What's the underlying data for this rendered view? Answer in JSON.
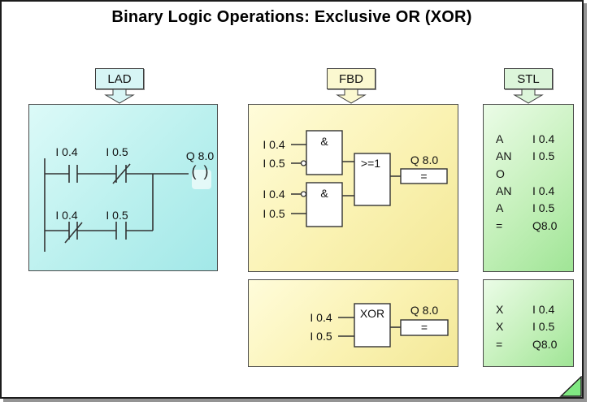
{
  "title": "Binary Logic Operations: Exclusive OR (XOR)",
  "callouts": {
    "lad": "LAD",
    "fbd": "FBD",
    "stl": "STL"
  },
  "lad": {
    "rung1": {
      "contact1": "I 0.4",
      "contact2": "I 0.5",
      "coil_label": "Q 8.0",
      "coil_symbol": "( )"
    },
    "rung2": {
      "contact1": "I 0.4",
      "contact2": "I 0.5"
    }
  },
  "fbd": {
    "and1": {
      "label": "&",
      "in1": "I 0.4",
      "in2": "I 0.5"
    },
    "and2": {
      "label": "&",
      "in1": "I 0.4",
      "in2": "I 0.5"
    },
    "or": {
      "label": ">=1"
    },
    "assign1": {
      "label": "=",
      "output": "Q 8.0"
    },
    "xor": {
      "label": "XOR",
      "in1": "I 0.4",
      "in2": "I 0.5"
    },
    "assign2": {
      "label": "=",
      "output": "Q 8.0"
    }
  },
  "stl": {
    "top": [
      {
        "op": "A",
        "operand": "I 0.4"
      },
      {
        "op": "AN",
        "operand": "I 0.5"
      },
      {
        "op": "O",
        "operand": ""
      },
      {
        "op": "AN",
        "operand": "I 0.4"
      },
      {
        "op": "A",
        "operand": "I 0.5"
      },
      {
        "op": "=",
        "operand": "Q8.0"
      }
    ],
    "bottom": [
      {
        "op": "X",
        "operand": "I 0.4"
      },
      {
        "op": "X",
        "operand": "I 0.5"
      },
      {
        "op": "=",
        "operand": "Q8.0"
      }
    ]
  },
  "colors": {
    "lad_panel_light": "#dcfaf8",
    "lad_panel_dark": "#a2e8e8",
    "fbd_panel_light": "#fffcda",
    "fbd_panel_dark": "#f3e897",
    "stl_panel_light": "#ebfce7",
    "stl_panel_dark": "#a0e596",
    "lad_label": "#d7f5f5",
    "fbd_label": "#fbf8d0",
    "stl_label": "#dcf5da",
    "corner_triangle": "#80e882",
    "page_border": "#1c1c1c",
    "shadow": "#949494"
  }
}
